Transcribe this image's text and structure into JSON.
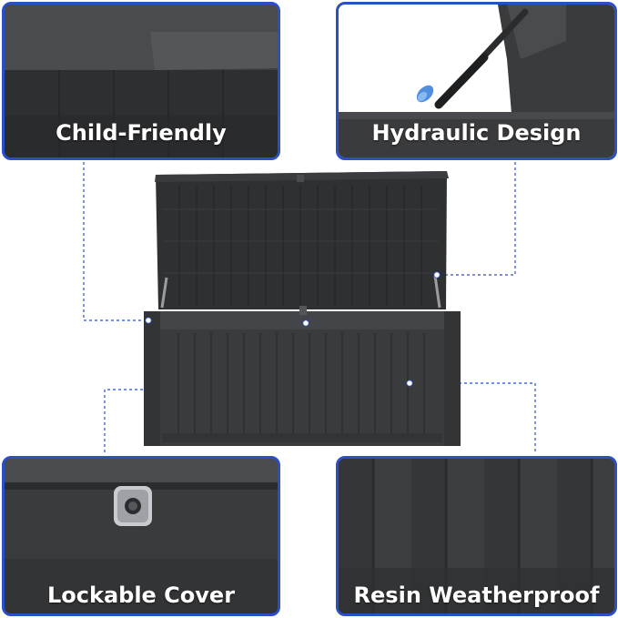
{
  "features": {
    "top_left": "Child-Friendly",
    "top_right": "Hydraulic Design",
    "bottom_left": "Lockable Cover",
    "bottom_right": "Resin Weatherproof"
  },
  "colors": {
    "panel_border": "#2a4fc9",
    "callout_line": "#2a4fc9",
    "box_body": "#3a3b3d",
    "box_lid": "#2f3032",
    "strut_accent": "#4f8fe0"
  },
  "icons": [
    "lock-hasp-icon",
    "hydraulic-strut-icon"
  ]
}
